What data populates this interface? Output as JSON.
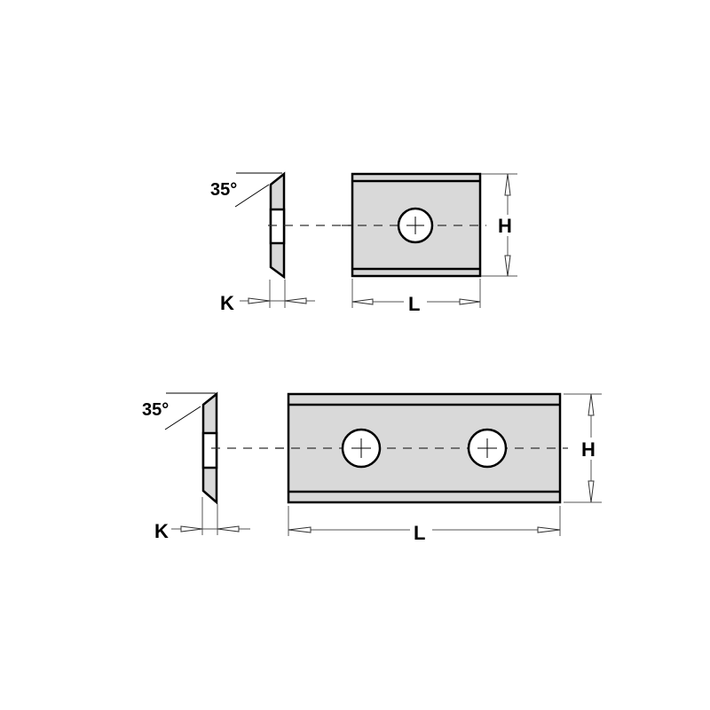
{
  "colors": {
    "background": "#ffffff",
    "outline": "#000000",
    "plate_fill": "#d9d9d9",
    "dim_line": "#333333"
  },
  "figures": [
    {
      "name": "single-hole-insert",
      "angle_label": "35°",
      "thickness_label": "K",
      "length_label": "L",
      "height_label": "H",
      "holes": 1
    },
    {
      "name": "two-hole-insert",
      "angle_label": "35°",
      "thickness_label": "K",
      "length_label": "L",
      "height_label": "H",
      "holes": 2
    }
  ]
}
